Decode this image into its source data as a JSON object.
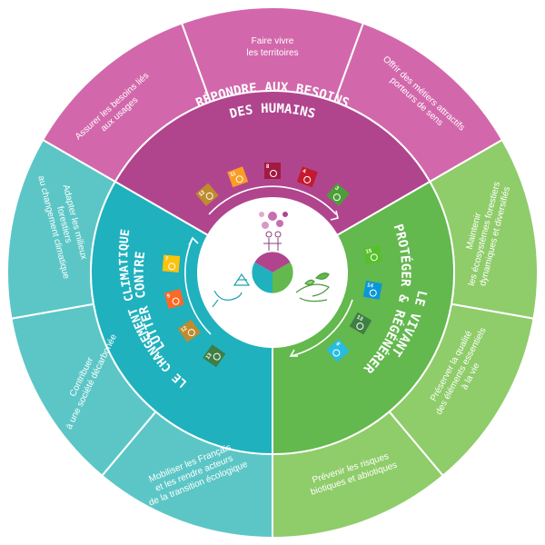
{
  "colors": {
    "magenta_outer": "#d268ab",
    "magenta_inner": "#b0458e",
    "teal_outer": "#5cc6c6",
    "teal_inner": "#1fb1be",
    "green_outer": "#8fcc6a",
    "green_inner": "#63b84e",
    "center_white": "#ffffff"
  },
  "pillars": {
    "humans": {
      "title_line1": "RÉPONDRE AUX BESOINS",
      "title_line2": "DES HUMAINS",
      "outer_segments": [
        {
          "line1": "Assurer les besoins liés",
          "line2": "aux usages"
        },
        {
          "line1": "Faire vivre",
          "line2": "les territoires"
        },
        {
          "line1": "Offrir des métiers attractifs",
          "line2": "porteurs de sens"
        }
      ],
      "sdg_icons": [
        {
          "number": "12",
          "color": "#bf8b2e",
          "icon": "infinity-icon"
        },
        {
          "number": "11",
          "color": "#f99d26",
          "icon": "city-icon"
        },
        {
          "number": "8",
          "color": "#a21942",
          "icon": "growth-icon"
        },
        {
          "number": "4",
          "color": "#c5192d",
          "icon": "book-icon"
        },
        {
          "number": "3",
          "color": "#4c9f38",
          "icon": "heartbeat-icon"
        }
      ]
    },
    "climate": {
      "title_line1": "LUTTER CONTRE",
      "title_line2": "LE CHANGEMENT CLIMATIQUE",
      "outer_segments": [
        {
          "line1": "Adapter les milieux",
          "line2": "forestiers",
          "line3": "au changement climatique"
        },
        {
          "line1": "Contribuer",
          "line2": "à une société décarbonée"
        },
        {
          "line1": "Mobiliser les Français",
          "line2": "et les rendre acteurs",
          "line3": "de la transition écologique"
        }
      ],
      "sdg_icons": [
        {
          "number": "7",
          "color": "#fcc30b",
          "icon": "sun-icon"
        },
        {
          "number": "9",
          "color": "#fd6925",
          "icon": "cubes-icon"
        },
        {
          "number": "12",
          "color": "#bf8b2e",
          "icon": "infinity-icon"
        },
        {
          "number": "13",
          "color": "#3f7e44",
          "icon": "eye-globe-icon"
        }
      ]
    },
    "living": {
      "title_line1": "PROTÉGER & RÉGÉNÉRER",
      "title_line2": "LE VIVANT",
      "outer_segments": [
        {
          "line1": "Maintenir",
          "line2": "les écosystèmes forestiers",
          "line3": "dynamiques et diversifiés"
        },
        {
          "line1": "Préserver la qualité",
          "line2": "des éléments essentiels",
          "line3": "à la vie"
        },
        {
          "line1": "Prévenir les risques",
          "line2": "biotiques et abiotiques"
        }
      ],
      "sdg_icons": [
        {
          "number": "15",
          "color": "#56c02b",
          "icon": "tree-icon"
        },
        {
          "number": "14",
          "color": "#0a97d9",
          "icon": "fish-icon"
        },
        {
          "number": "13",
          "color": "#3f7e44",
          "icon": "eye-globe-icon"
        },
        {
          "number": "6",
          "color": "#26bde2",
          "icon": "water-drop-icon"
        }
      ]
    }
  }
}
